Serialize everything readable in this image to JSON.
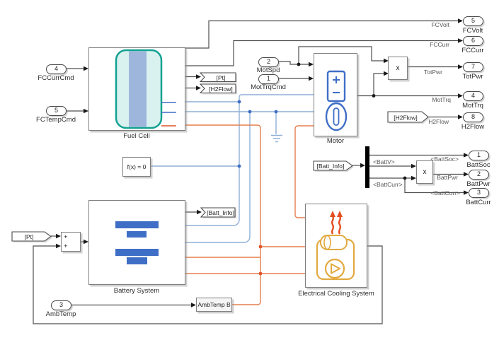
{
  "colors": {
    "signal": "#4f4f4f",
    "electrical": "#8FAFD6",
    "elec_dot": "#3F6EC6",
    "thermal": "#E67E4D",
    "therm_dot": "#DE5527",
    "icon_blue": "#3F6EC6",
    "fc_teal": "#12A192",
    "fc_fill": "#D9F2EF",
    "fc_band": "#9FB6DC",
    "cooling_gold": "#E2A93F",
    "heat_red": "#E34E1F",
    "block_border": "#7f7f7f"
  },
  "icons": {
    "fuel_cell": "fuel-cell-stack-icon",
    "motor": "dc-motor-icon",
    "battery": "battery-cells-icon",
    "cooling": "radiator-pump-loop-icon",
    "ground": "electrical-ground-icon"
  },
  "blocks": {
    "fuel_cell": {
      "label": "Fuel Cell"
    },
    "motor": {
      "label": "Motor"
    },
    "battery_system": {
      "label": "Battery System"
    },
    "cooling_system": {
      "label": "Electrical Cooling System"
    },
    "solver": {
      "label": "f(x) = 0"
    },
    "ambtemp_goto": {
      "label": "AmbTemp B"
    },
    "sum": {
      "sign_top": "+",
      "sign_bottom": "+"
    },
    "product_power": {
      "label": "x"
    },
    "product_batt": {
      "label": "x"
    }
  },
  "inports": {
    "fccurrcmd": {
      "number": "4",
      "label": "FCCurrCmd"
    },
    "fctempcmd": {
      "number": "5",
      "label": "FCTempCmd"
    },
    "motspd": {
      "number": "2",
      "label": "MotSpd"
    },
    "mottrqcmd": {
      "number": "1",
      "label": "MotTrqCmd"
    },
    "ambtemp": {
      "number": "3",
      "label": "AmbTemp"
    }
  },
  "outports": {
    "fcvolt": {
      "number": "5",
      "label": "FCVolt",
      "wire_label": "FCVolt"
    },
    "fccurr": {
      "number": "6",
      "label": "FCCurr",
      "wire_label": "FCCurr"
    },
    "totpwr": {
      "number": "7",
      "label": "TotPwr",
      "wire_label": "TotPwr"
    },
    "mottrq": {
      "number": "4",
      "label": "MotTrq",
      "wire_label": "MotTrq"
    },
    "h2flow": {
      "number": "8",
      "label": "H2Flow",
      "wire_label": "H2Flow"
    },
    "battsoc": {
      "number": "1",
      "label": "BattSoc",
      "wire_label": "<BattSoc>"
    },
    "battpwr": {
      "number": "2",
      "label": "BattPwr",
      "wire_label": "BattPwr"
    },
    "battcurr": {
      "number": "3",
      "label": "BattCurr",
      "wire_label": "<BattCurr>"
    }
  },
  "tags": {
    "goto_pt": {
      "label": "[Pt]"
    },
    "goto_h2flow": {
      "label": "[H2Flow]"
    },
    "goto_battinfo": {
      "label": "[Batt_Info]"
    },
    "from_pt": {
      "label": "[Pt]"
    },
    "from_h2flow": {
      "label": "[H2Flow]"
    },
    "from_battinfo": {
      "label": "[Batt_Info]"
    }
  },
  "bus_labels": {
    "battv": "<BattV>",
    "battcurr": "<BattCurr>"
  }
}
